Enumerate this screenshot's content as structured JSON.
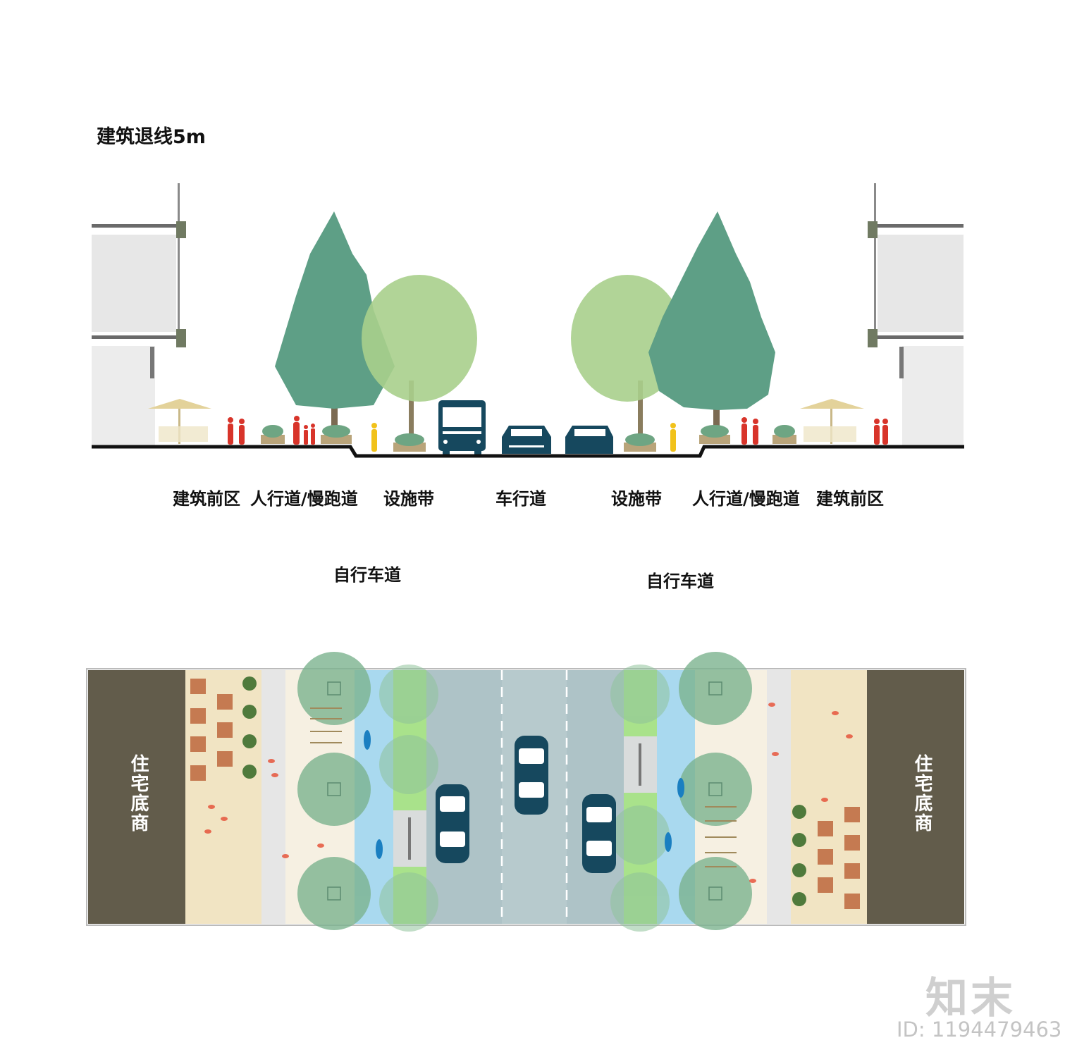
{
  "setback_title": "建筑退线5m",
  "section_labels": {
    "frontage_left": "建筑前区",
    "sidewalk_left": "人行道/慢跑道",
    "facility_left": "设施带",
    "carriageway": "车行道",
    "facility_right": "设施带",
    "sidewalk_right": "人行道/慢跑道",
    "frontage_right": "建筑前区"
  },
  "bike_lane_labels": {
    "left": "自行车道",
    "right": "自行车道"
  },
  "plan_labels": {
    "left_building": "住宅底商",
    "right_building": "住宅底商"
  },
  "brand": {
    "logo": "知末",
    "image_id": "ID: 1194479463"
  },
  "colors": {
    "building_dark": "#625c4b",
    "frontage_sand": "#f1e4c3",
    "sidewalk_light": "#f6f0e2",
    "curb_gray": "#e6e6e6",
    "bike_lane_blue": "#a9d9ef",
    "planting_green": "#a9e28b",
    "road_gray": "#aec3c7",
    "tree_dark": "#5f9f86",
    "tree_light": "#a9cf8c",
    "people_red": "#d8342a",
    "vehicle_navy": "#1a4a62"
  }
}
